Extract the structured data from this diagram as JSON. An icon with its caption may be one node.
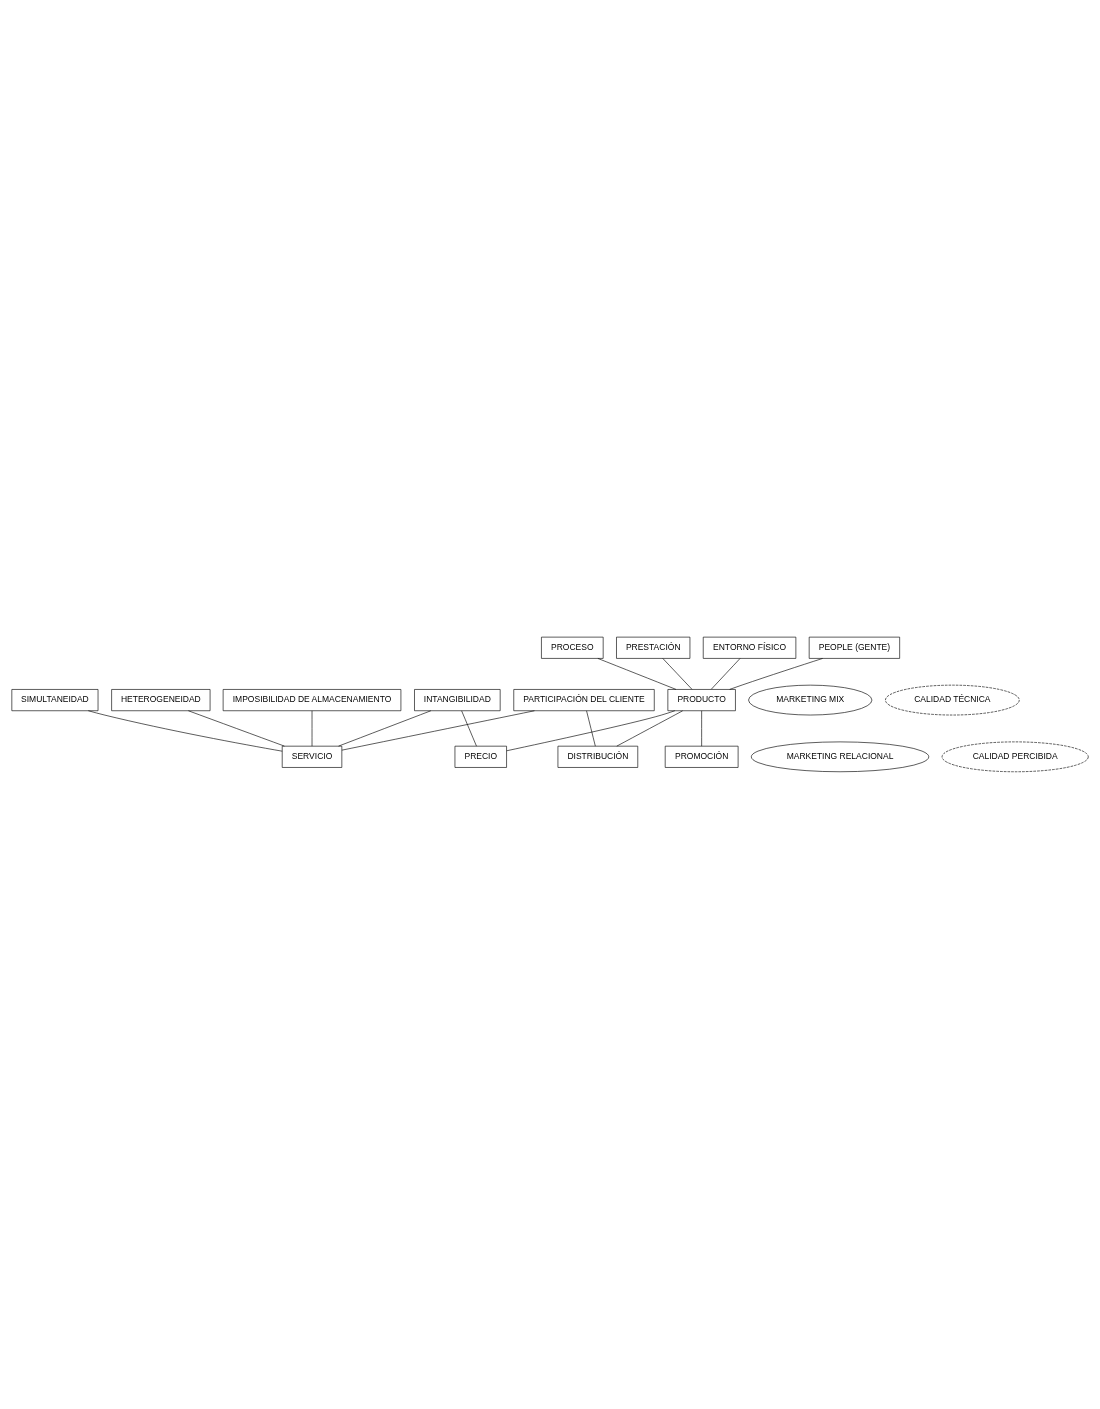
{
  "diagram": {
    "nodes": [
      {
        "text": [
          "SIMULTANEIDAD"
        ]
      },
      {
        "text": [
          "HETEROGENEIDAD"
        ]
      },
      {
        "text": [
          "IMPOSIBILIDAD DE ALMACENAMIENTO"
        ]
      },
      {
        "text": [
          "INTANGIBILIDAD"
        ]
      },
      {
        "text": [
          "PARTICIPACIÓN DEL CLIENTE"
        ]
      },
      {
        "text": [
          "MARKETING RELACIONAL"
        ]
      },
      {
        "text": [
          "CALIDAD PERCIBIDA"
        ]
      },
      {
        "text": [
          "SERVICIO"
        ]
      },
      {
        "text": [
          "PROCESO"
        ]
      },
      {
        "text": [
          "PRESTACIÓN"
        ]
      },
      {
        "text": [
          "ENTORNO FÍSICO"
        ]
      },
      {
        "text": [
          "PEOPLE (GENTE)"
        ]
      },
      {
        "text": [
          "PRODUCTO"
        ]
      },
      {
        "text": [
          "MARKETING MIX"
        ]
      },
      {
        "text": [
          "CALIDAD TÉCNICA"
        ]
      },
      {
        "text": [
          "PRECIO"
        ]
      },
      {
        "text": [
          "DISTRIBUCIÓN"
        ]
      },
      {
        "text": [
          "PROMOCIÓN"
        ]
      }
    ],
    "edges": [
      {
        "from": 1,
        "to": 7,
        "arrow": "none"
      },
      {
        "from": 3,
        "to": 7,
        "arrow": "none"
      },
      {
        "from": 0,
        "to": 7,
        "arrow": "none"
      },
      {
        "from": 2,
        "to": 7,
        "arrow": "none"
      },
      {
        "from": 4,
        "to": 7,
        "arrow": "none"
      },
      {
        "from": 3,
        "to": 15,
        "arrow": "none"
      },
      {
        "from": 4,
        "to": 16,
        "arrow": "none"
      },
      {
        "from": 8,
        "to": 12,
        "arrow": "none"
      },
      {
        "from": 10,
        "to": 12,
        "arrow": "none"
      },
      {
        "from": 9,
        "to": 12,
        "arrow": "none"
      },
      {
        "from": 11,
        "to": 12,
        "arrow": "none"
      },
      {
        "from": 12,
        "to": 15,
        "arrow": "none"
      },
      {
        "from": 12,
        "to": 17,
        "arrow": "none"
      },
      {
        "from": 12,
        "to": 16,
        "arrow": "none"
      }
    ]
  }
}
